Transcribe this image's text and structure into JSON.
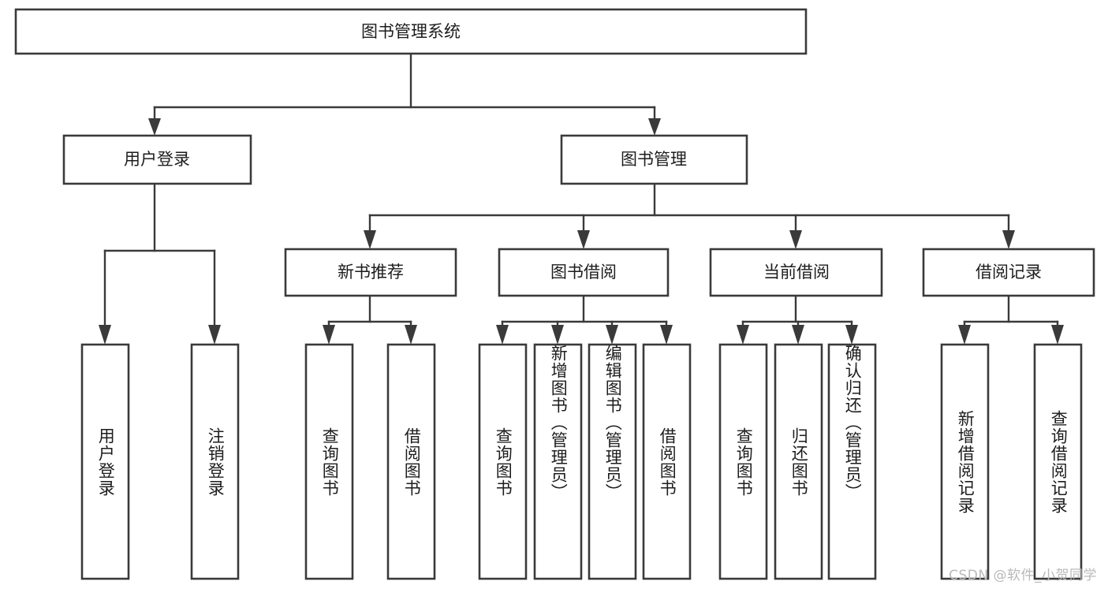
{
  "diagram": {
    "type": "tree",
    "title": "图书管理系统",
    "orientation": "top-down",
    "watermark": "CSDN @软件_小贺同学",
    "colors": {
      "box_stroke": "#3a3a3a",
      "box_fill": "#ffffff",
      "connector": "#3a3a3a",
      "text": "#1d1d1d",
      "background": "#ffffff",
      "watermark": "#b9b9b9"
    },
    "nodes": {
      "root": {
        "label": "图书管理系统"
      },
      "level2": [
        {
          "label": "用户登录"
        },
        {
          "label": "图书管理"
        }
      ],
      "level3": [
        {
          "label": "新书推荐"
        },
        {
          "label": "图书借阅"
        },
        {
          "label": "当前借阅"
        },
        {
          "label": "借阅记录"
        }
      ],
      "leaves": {
        "user_login": [
          {
            "label": "用户登录"
          },
          {
            "label": "注销登录"
          }
        ],
        "new_book_recommend": [
          {
            "label": "查询图书"
          },
          {
            "label": "借阅图书"
          }
        ],
        "book_borrow": [
          {
            "label": "查询图书"
          },
          {
            "label": "新增图书（管理员）"
          },
          {
            "label": "编辑图书（管理员）"
          },
          {
            "label": "借阅图书"
          }
        ],
        "current_borrow": [
          {
            "label": "查询图书"
          },
          {
            "label": "归还图书"
          },
          {
            "label": "确认归还（管理员）"
          }
        ],
        "borrow_record": [
          {
            "label": "新增借阅记录"
          },
          {
            "label": "查询借阅记录"
          }
        ]
      }
    }
  }
}
